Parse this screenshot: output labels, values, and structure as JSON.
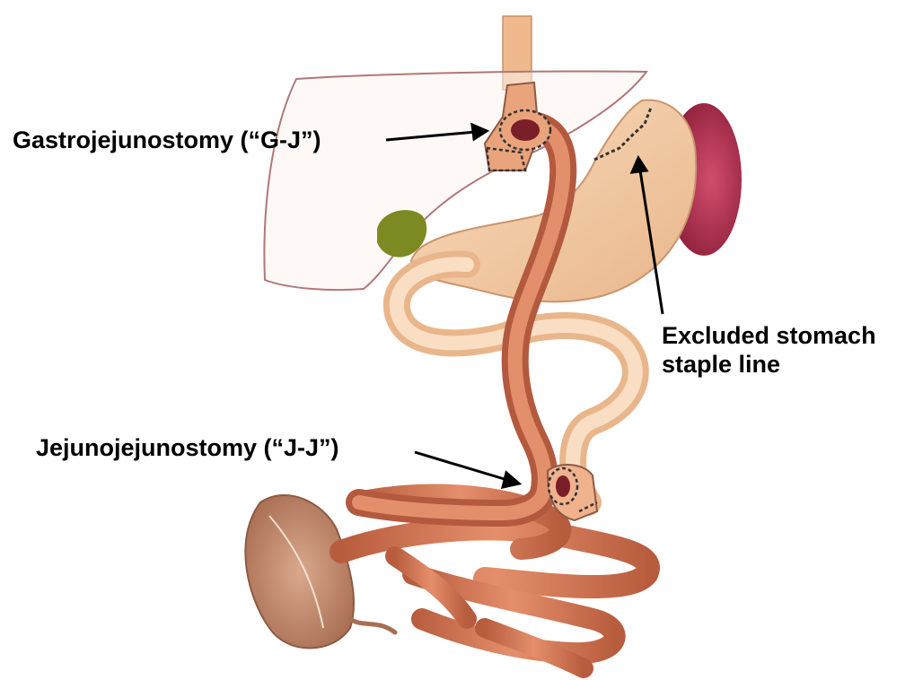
{
  "labels": {
    "gastrojejunostomy": "Gastrojejunostomy (“G-J”)",
    "jejunojejunostomy": "Jejunojejunostomy (“J-J”)",
    "staple_line_line1": "Excluded stomach",
    "staple_line_line2": "staple line"
  },
  "colors": {
    "background": "#ffffff",
    "text": "#000000",
    "liver_outline": "#b0787a",
    "stomach": "#f3c9a2",
    "intestine": "#d9805e",
    "intestine_dark": "#b35a3e",
    "spleen": "#b0304e",
    "gallbladder": "#7d8a22",
    "pancreas": "#c7957a",
    "esophagus": "#f0b98d"
  }
}
